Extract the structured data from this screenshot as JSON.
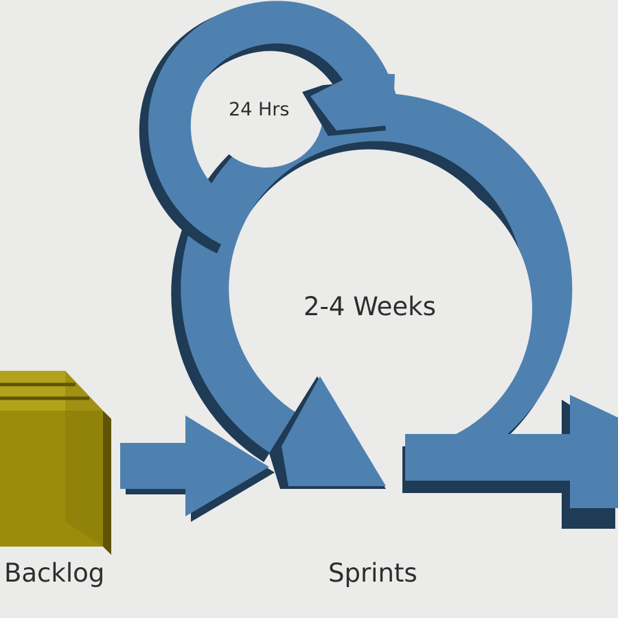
{
  "labels": {
    "daily_cycle": "24 Hrs",
    "sprint_cycle": "2-4 Weeks",
    "backlog": "Backlog",
    "sprints": "Sprints"
  },
  "colors": {
    "background": "#ebebea",
    "arrow_face": "#4e81b0",
    "arrow_shadow": "#1f3b55",
    "box_face": "#9c8c0c",
    "box_top": "#b3a31a",
    "box_shadow": "#5f5406",
    "text": "#2d2d2d"
  }
}
